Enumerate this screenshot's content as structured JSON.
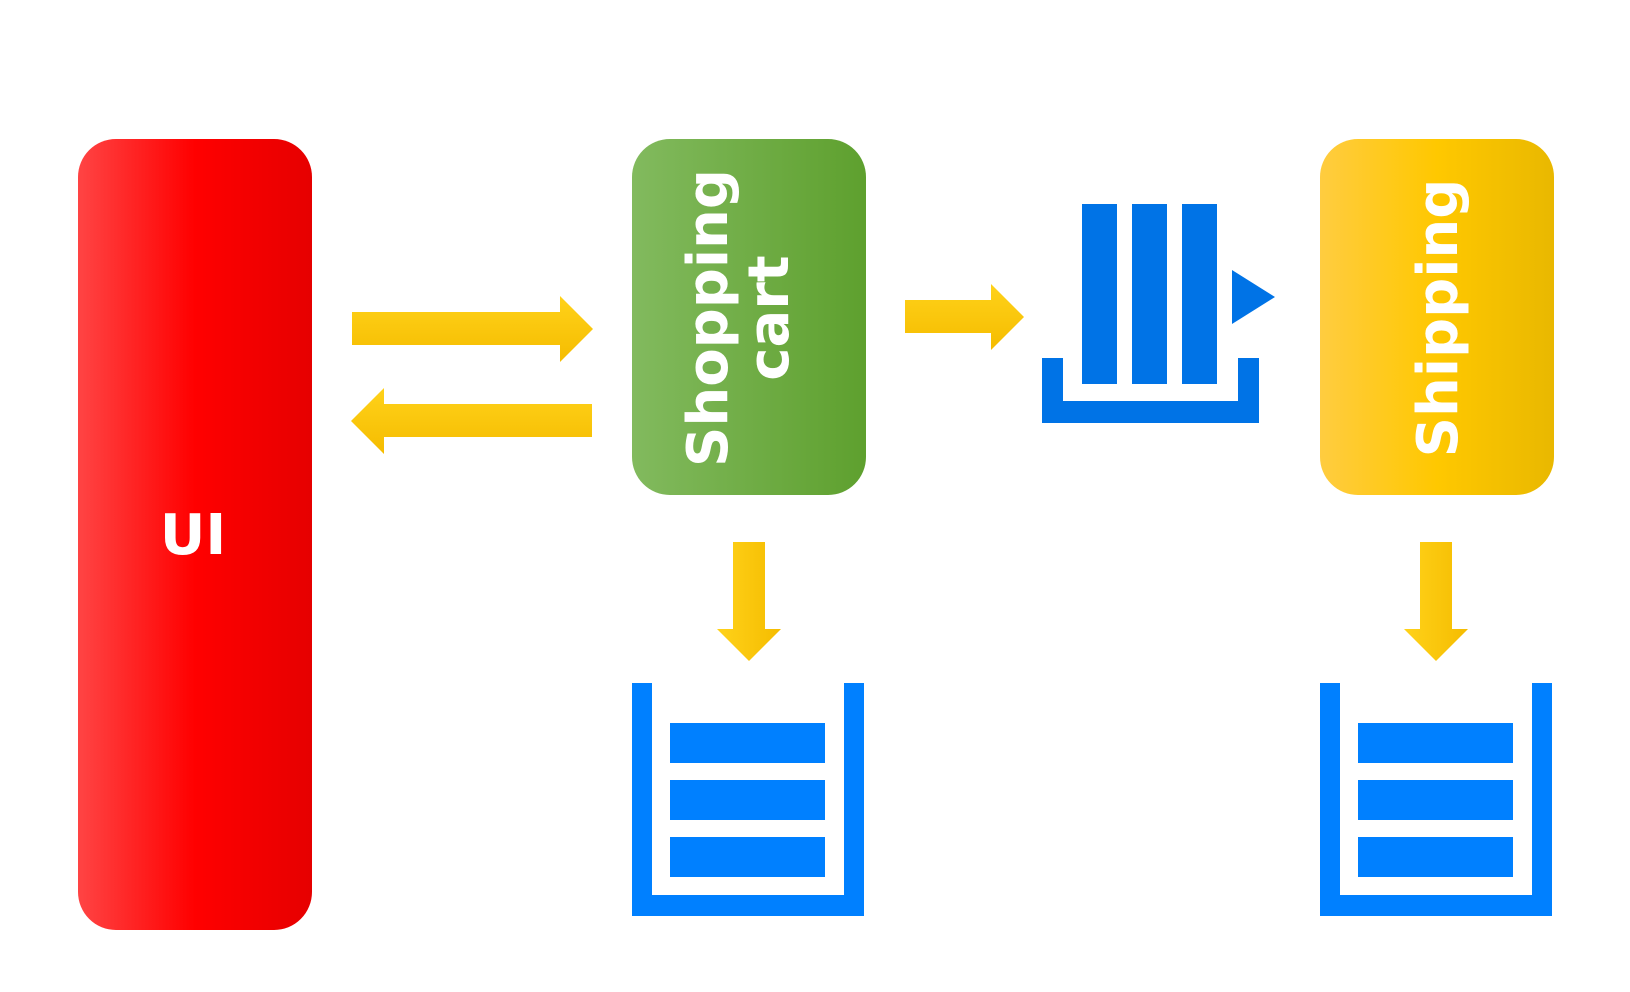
{
  "diagram": {
    "services": {
      "ui": {
        "label": "UI"
      },
      "shopping_cart": {
        "label_line1": "Shopping",
        "label_line2": "cart"
      },
      "shipping": {
        "label": "Shipping"
      }
    },
    "icons": {
      "message_queue": "message-queue-icon",
      "database_cart": "database-icon",
      "database_shipping": "database-icon"
    },
    "colors": {
      "ui": "#ff0000",
      "shopping_cart": "#6aaa3a",
      "shipping": "#f5c518",
      "arrow": "#ffc800",
      "storage": "#0073e6"
    }
  }
}
